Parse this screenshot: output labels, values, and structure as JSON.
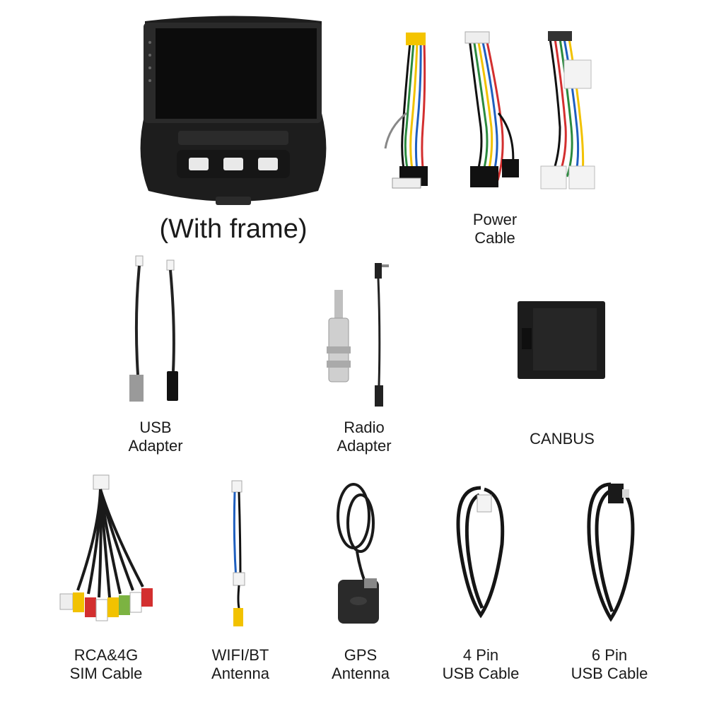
{
  "items": {
    "head_unit": {
      "label": "(With frame)"
    },
    "power_cable": {
      "line1": "Power",
      "line2": "Cable"
    },
    "usb_adapter": {
      "line1": "USB",
      "line2": "Adapter"
    },
    "radio_adapter": {
      "line1": "Radio",
      "line2": "Adapter"
    },
    "canbus": {
      "label": "CANBUS"
    },
    "rca_sim": {
      "line1": "RCA&4G",
      "line2": "SIM Cable"
    },
    "wifi_bt": {
      "line1": "WIFI/BT",
      "line2": "Antenna"
    },
    "gps": {
      "line1": "GPS",
      "line2": "Antenna"
    },
    "usb4": {
      "line1": "4 Pin",
      "line2": "USB Cable"
    },
    "usb6": {
      "line1": "6 Pin",
      "line2": "USB Cable"
    }
  },
  "colors": {
    "background": "#ffffff",
    "device_black": "#1b1b1b",
    "screen": "#0d0d0d",
    "label_text": "#1a1a1a"
  }
}
